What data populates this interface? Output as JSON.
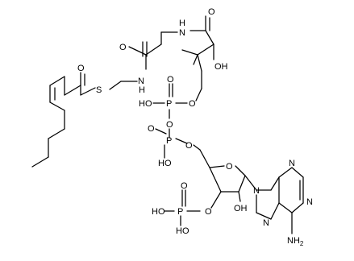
{
  "molecule": {
    "labels": {
      "s_thioester": "S",
      "o_thioester": "O",
      "nh_1": "N",
      "nh_1_h": "H",
      "o_amide1": "O",
      "nh_2": "N",
      "nh_2_h": "H",
      "o_amide2": "O",
      "oh_pantoate": "OH",
      "o_phosphate1_link": "O",
      "ho_p1": "HO",
      "p1": "P",
      "o_p1_dbl": "O",
      "o_bridge": "O",
      "o_p2_dbl": "O",
      "p2": "P",
      "o_p2_link": "O",
      "ho_p2": "HO",
      "o_ring": "O",
      "o_p3_link": "O",
      "p3": "P",
      "o_p3_dbl": "O",
      "ho_p3_a": "HO",
      "ho_p3_b": "HO",
      "oh_ribose": "OH",
      "n9": "N",
      "n1": "N",
      "n3": "N",
      "n7": "N",
      "nh2": "NH",
      "nh2_sub": "2"
    }
  }
}
